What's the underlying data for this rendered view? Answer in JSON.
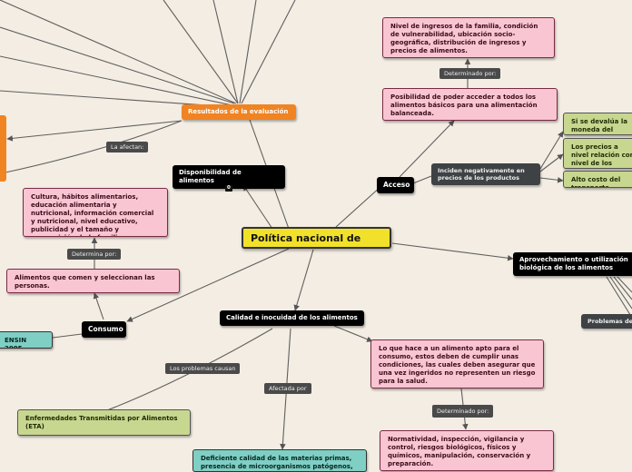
{
  "central": "Política nacional de SAN",
  "nodes": {
    "disponibilidad": "Disponibilidad de alimentos",
    "disponibilidad_count": "0",
    "resultados": "Resultados de la evaluación",
    "la_afectan": "La afectan:",
    "cultura": "Cultura, hábitos alimentarios, educación alimentaria y nutricional, información comercial y nutricional, nivel educativo, publicidad y el tamaño y composición de la familia.",
    "determina_por": "Determina por:",
    "alimentos_consumen": "Alimentos que comen y seleccionan las personas.",
    "consumo": "Consumo",
    "ensin": "ENSIN 2005",
    "acceso": "Acceso",
    "nivel_ingresos": "Nivel de ingresos de la familia, condición de vulnerabilidad, ubicación socio-geográfica, distribución de ingresos y precios de alimentos.",
    "determinado_por_1": "Determinado por:",
    "posibilidad": "Posibilidad de poder acceder a todos los alimentos básicos para una alimentación balanceada.",
    "inciden": "Inciden negativamente en precios de los productos",
    "devalua": "Si se devalúa la moneda del precio de los productos",
    "precios_nivel": "Los precios a nivel relación con nivel de los productos",
    "alto_costo": "Alto costo del transporte",
    "aprovechamiento": "Aprovechamiento o utilización biológica de los alimentos",
    "problemas": "Problemas de",
    "calidad": "Calidad e inocuidad de los alimentos",
    "lo_que_hace": "Lo que hace a un alimento apto para el consumo, estos deben de cumplir unas condiciones, las cuales deben asegurar que una vez ingeridos no representen un riesgo para la salud.",
    "determinado_por_2": "Determinado por:",
    "normatividad": "Normatividad, inspección, vigilancia y control, riesgos biológicos, físicos y químicos, manipulación, conservación y preparación.",
    "problemas_causan": "Los problemas causan",
    "afectada_por": "Afectada por",
    "eta": "Enfermedades Transmitidas por Alimentos (ETA)",
    "deficiente": "Deficiente calidad de las materias primas, presencia de microorganismos patógenos,"
  },
  "colors": {
    "background": "#f3ede3",
    "central": "#f2e12b",
    "dark": "#000000",
    "pink": "#f9c5d2",
    "green": "#c7d78f",
    "teal": "#7fcfc4",
    "orange": "#f08322",
    "edge": "#5a5a5a"
  }
}
